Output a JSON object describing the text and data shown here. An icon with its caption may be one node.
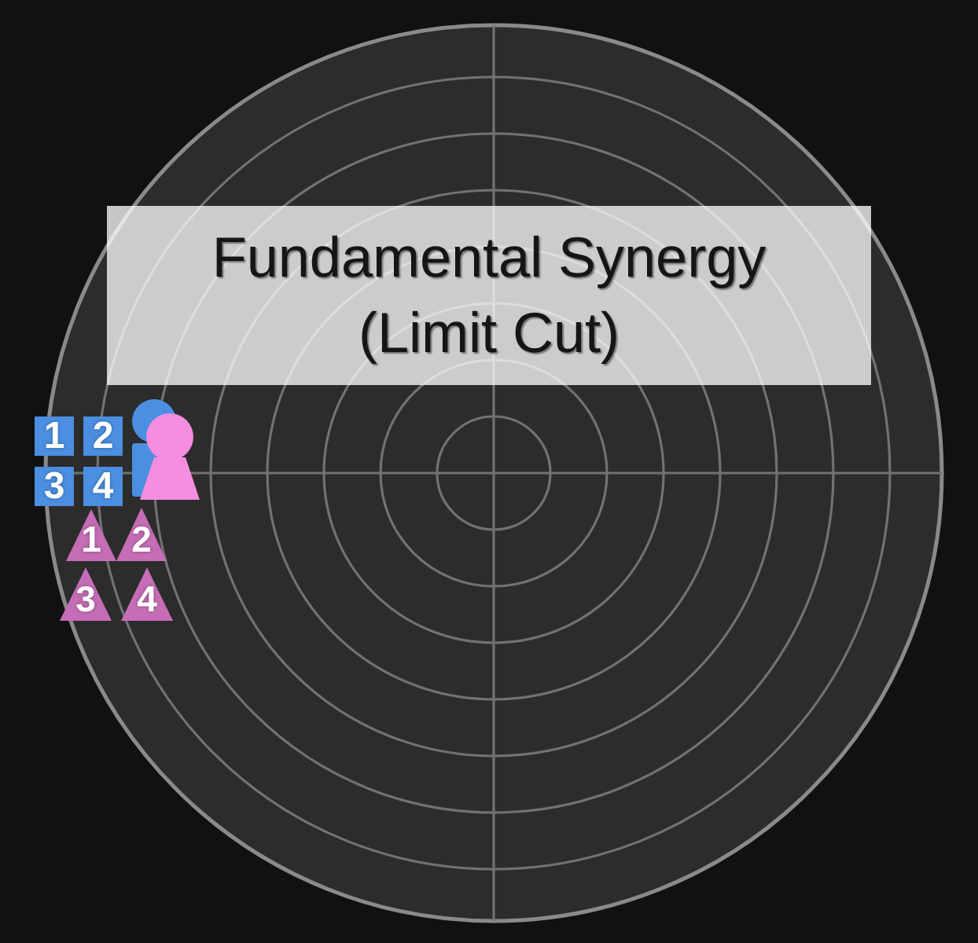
{
  "diagram": {
    "title": "Fundamental Synergy (Limit Cut)",
    "nodes": [
      {
        "text": [
          "1"
        ]
      },
      {
        "text": [
          "2"
        ]
      },
      {
        "text": [
          "3"
        ]
      },
      {
        "text": [
          "4"
        ]
      },
      {
        "text": [
          "1"
        ]
      },
      {
        "text": [
          "2"
        ]
      },
      {
        "text": [
          "3"
        ]
      },
      {
        "text": [
          "4"
        ]
      }
    ]
  }
}
